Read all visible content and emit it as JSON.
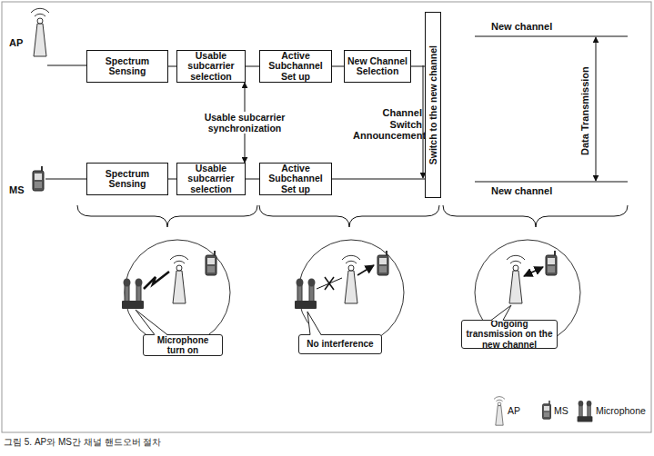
{
  "diagram": {
    "caption": "그림 5. AP와 MS간 채널 핸드오버 절차",
    "nodes": [
      {
        "text": [
          "Spectrum Sensing"
        ]
      },
      {
        "text": [
          "Usable subcarrier selection"
        ]
      },
      {
        "text": [
          "Active Subchannel Set up"
        ]
      },
      {
        "text": [
          "New Channel Selection"
        ]
      },
      {
        "text": [
          "Switch to the new channel"
        ]
      },
      {
        "text": [
          "Spectrum Sensing"
        ]
      },
      {
        "text": [
          "Usable subcarrier selection"
        ]
      },
      {
        "text": [
          "Active Subchannel Set up"
        ]
      },
      {
        "text": [
          "Microphone turn on"
        ]
      },
      {
        "text": [
          "No interference"
        ]
      },
      {
        "text": [
          "Ongoing transmission on the new channel"
        ]
      }
    ],
    "edges": [
      {
        "from": 0,
        "to": 1,
        "arrow": "none"
      },
      {
        "from": 1,
        "to": 2,
        "arrow": "none"
      },
      {
        "from": 2,
        "to": 3,
        "arrow": "none"
      },
      {
        "from": 3,
        "to": 4,
        "arrow": "none"
      },
      {
        "from": 5,
        "to": 6,
        "arrow": "none"
      },
      {
        "from": 6,
        "to": 7,
        "arrow": "none"
      },
      {
        "from": 7,
        "to": 4,
        "arrow": "none"
      },
      {
        "from": 1,
        "to": 6,
        "label": "Usable subcarrier synchronization",
        "arrow": "both"
      }
    ],
    "labels": [
      "AP",
      "MS",
      "New channel",
      "New channel",
      "Data Transmission",
      "Channel Switch Announcement"
    ],
    "legend": [
      {
        "text": "AP"
      },
      {
        "text": "MS"
      },
      {
        "text": "Microphone"
      }
    ]
  }
}
